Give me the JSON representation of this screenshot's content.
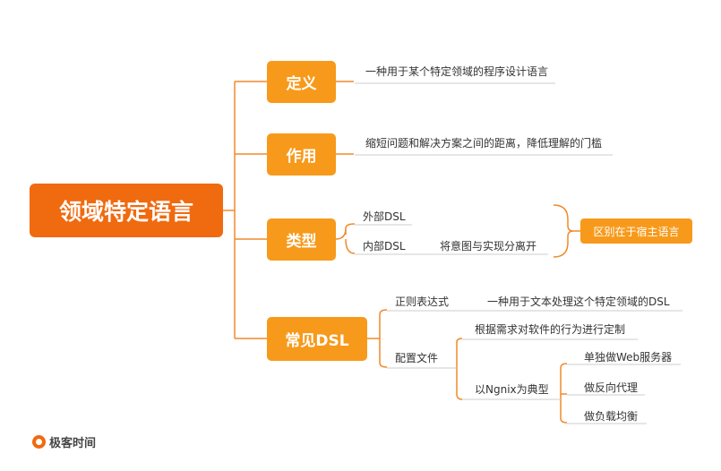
{
  "root": "领域特定语言",
  "branches": {
    "definition": {
      "title": "定义",
      "text": "一种用于某个特定领域的程序设计语言"
    },
    "purpose": {
      "title": "作用",
      "text": "缩短问题和解决方案之间的距离，降低理解的门槛"
    },
    "types": {
      "title": "类型",
      "external": "外部DSL",
      "internal": "内部DSL",
      "internal_note": "将意图与实现分离开",
      "callout": "区别在于宿主语言"
    },
    "common": {
      "title": "常见DSL",
      "regex": "正则表达式",
      "regex_note": "一种用于文本处理这个特定领域的DSL",
      "config": "配置文件",
      "config_note": "根据需求对软件的行为进行定制",
      "nginx": "以Ngnix为典型",
      "nginx_items": [
        "单独做Web服务器",
        "做反向代理",
        "做负载均衡"
      ]
    }
  },
  "brand": "极客时间",
  "colors": {
    "root": "#f06a0f",
    "node": "#f79a1b",
    "line": "#f08a2a",
    "underline": "#cccccc"
  }
}
